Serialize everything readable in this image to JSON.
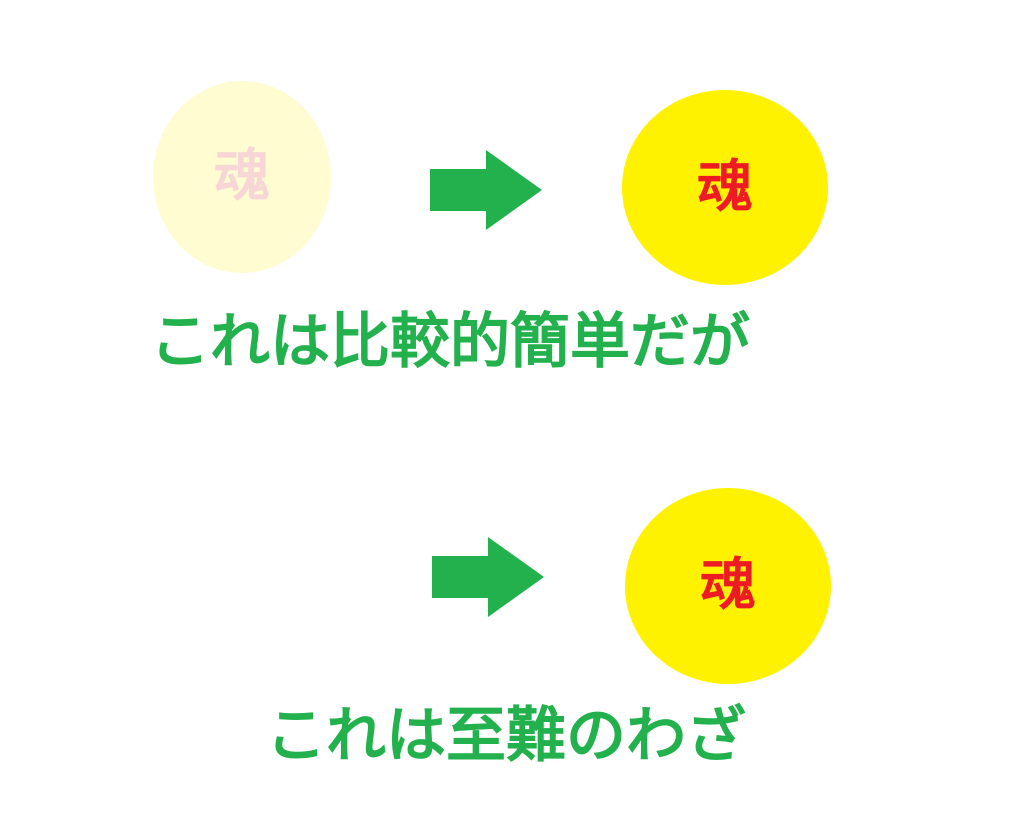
{
  "colors": {
    "faded_circle_fill": "#FFFCD2",
    "faded_glyph": "#F8D6D6",
    "bright_circle_fill": "#FFF200",
    "bright_glyph": "#ED1C24",
    "arrow": "#22B14C",
    "caption": "#22B14C"
  },
  "row1": {
    "faded_circle": {
      "glyph": "魂"
    },
    "arrow": {
      "icon": "right-arrow-icon"
    },
    "bright_circle": {
      "glyph": "魂"
    },
    "caption": "これは比較的簡単だが"
  },
  "row2": {
    "arrow": {
      "icon": "right-arrow-icon"
    },
    "bright_circle": {
      "glyph": "魂"
    },
    "caption": "これは至難のわざ"
  }
}
